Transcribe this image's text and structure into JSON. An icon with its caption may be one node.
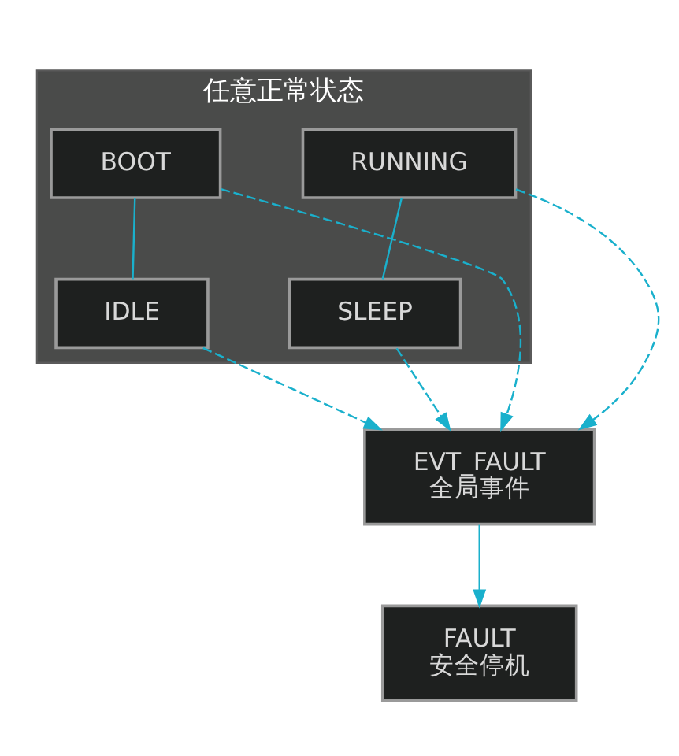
{
  "diagram": {
    "nodes": [
      {
        "text": [
          "任意正常状态"
        ]
      },
      {
        "text": [
          "BOOT"
        ],
        "in": 0
      },
      {
        "text": [
          "RUNNING"
        ],
        "in": 0
      },
      {
        "text": [
          "IDLE"
        ],
        "in": 0
      },
      {
        "text": [
          "SLEEP"
        ],
        "in": 0
      },
      {
        "text": [
          "EVT_FAULT",
          "全局事件"
        ]
      },
      {
        "text": [
          "FAULT",
          "安全停机"
        ]
      }
    ],
    "edges": [
      {
        "from": 1,
        "to": 3,
        "arrow": "none"
      },
      {
        "from": 2,
        "to": 4,
        "arrow": "none"
      },
      {
        "from": 1,
        "to": 5,
        "arrow": "to",
        "style": "dashed"
      },
      {
        "from": 3,
        "to": 5,
        "arrow": "to",
        "style": "dashed"
      },
      {
        "from": 2,
        "to": 5,
        "arrow": "to",
        "style": "dashed"
      },
      {
        "from": 4,
        "to": 5,
        "arrow": "to",
        "style": "dashed"
      },
      {
        "from": 5,
        "to": 6,
        "arrow": "to"
      }
    ]
  }
}
